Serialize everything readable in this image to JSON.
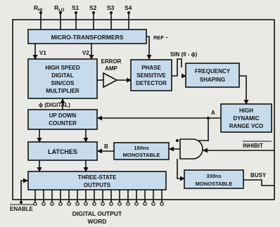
{
  "top_pins": {
    "r_hi": "R",
    "r_hi_sub": "HI",
    "r_lo": "R",
    "r_lo_sub": "LO",
    "s1": "S1",
    "s2": "S2",
    "s3": "S3",
    "s4": "S4"
  },
  "blocks": {
    "micro_transformers": "MICRO-TRANSFORMERS",
    "multiplier": [
      "HIGH SPEED",
      "DIGITAL",
      "SIN/COS",
      "MULTIPLIER"
    ],
    "phase_detector": [
      "PHASE",
      "SENSITIVE",
      "DETECTOR"
    ],
    "frequency_shaping": [
      "FREQUENCY",
      "SHAPING"
    ],
    "vco": [
      "HIGH",
      "DYNAMIC",
      "RANGE VCO"
    ],
    "up_down_counter": [
      "UP DOWN",
      "COUNTER"
    ],
    "latches": "LATCHES",
    "monostable_150": [
      "150ns",
      "MONOSTABLE"
    ],
    "monostable_330": [
      "330ns",
      "MONOSTABLE"
    ],
    "three_state_outputs": [
      "THREE-STATE",
      "OUTPUTS"
    ]
  },
  "labels": {
    "v1": "V1",
    "v2": "V2",
    "error_amp": [
      "ERROR",
      "AMP"
    ],
    "ref": "REF ~",
    "sin": "SIN (θ - ϕ)",
    "phi_digital": "ϕ (DIGITAL)",
    "a": "A",
    "b": "B",
    "inhibit": "INHIBIT",
    "busy": "BUSY",
    "enable": "ENABLE",
    "digital_output_word": [
      "DIGITAL OUTPUT",
      "WORD"
    ]
  }
}
